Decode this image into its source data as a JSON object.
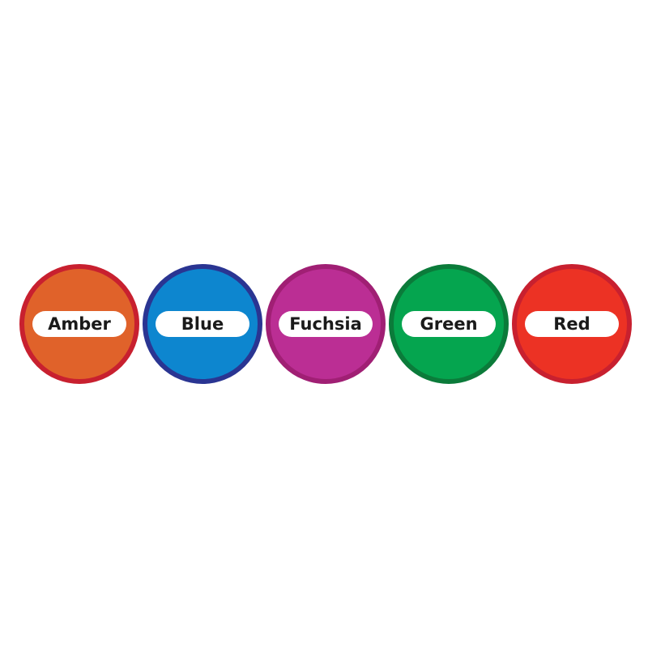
{
  "badges": [
    {
      "label": "Amber",
      "fill": "#e0622a",
      "ring": "#c8202f"
    },
    {
      "label": "Blue",
      "fill": "#0d86cf",
      "ring": "#2a3592"
    },
    {
      "label": "Fuchsia",
      "fill": "#bb2e94",
      "ring": "#a01f74"
    },
    {
      "label": "Green",
      "fill": "#05a54f",
      "ring": "#0b7b3a"
    },
    {
      "label": "Red",
      "fill": "#ec3224",
      "ring": "#c8202f"
    }
  ]
}
